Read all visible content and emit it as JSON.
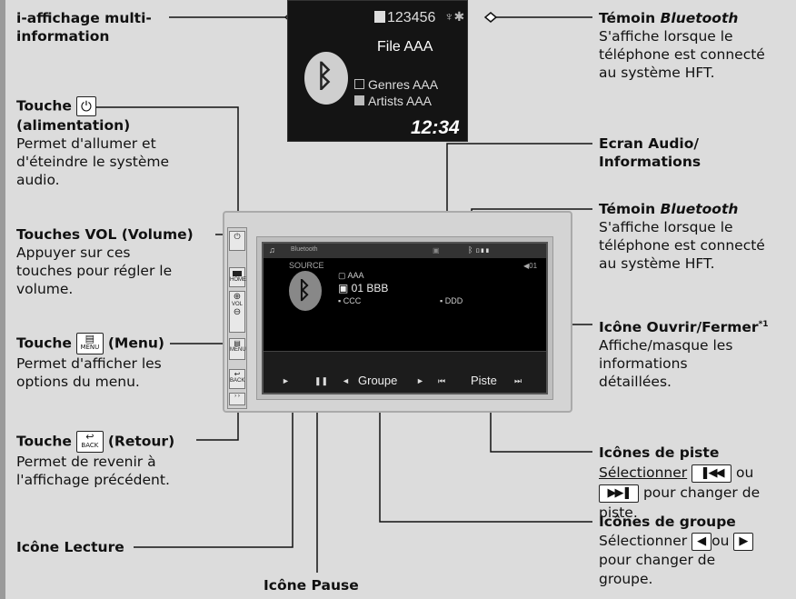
{
  "idisplay": {
    "label_line1": "i-affichage multi-",
    "label_line2": "information",
    "track_num": "123456",
    "file": "File AAA",
    "genres": "Genres AAA",
    "artists": "Artists AAA",
    "time": "12:34"
  },
  "bt_top": {
    "title_pre": "Témoin ",
    "title_it": "Bluetooth",
    "desc": [
      "S'affiche lorsque le",
      "téléphone est connecté",
      "au système HFT."
    ]
  },
  "power": {
    "title_pre": "Touche",
    "title_post": "(alimentation)",
    "desc": [
      "Permet d'allumer et",
      "d'éteindre le système",
      "audio."
    ]
  },
  "ecran": {
    "title": [
      "Ecran Audio/",
      "Informations"
    ]
  },
  "bt_mid": {
    "title_pre": "Témoin ",
    "title_it": "Bluetooth",
    "desc": [
      "S'affiche lorsque le",
      "téléphone est connecté",
      "au système HFT."
    ]
  },
  "vol": {
    "title": "Touches VOL (Volume)",
    "desc": [
      "Appuyer sur ces",
      "touches pour régler le",
      "volume."
    ]
  },
  "menu": {
    "title_pre": "Touche",
    "title_post": "(Menu)",
    "key": "MENU",
    "desc": [
      "Permet d'afficher les",
      "options du menu."
    ]
  },
  "openclose": {
    "title": "Icône Ouvrir/Fermer",
    "sup": "*1",
    "desc": [
      "Affiche/masque les",
      "informations",
      "détaillées."
    ]
  },
  "back": {
    "title_pre": "Touche",
    "title_post": "(Retour)",
    "key": "BACK",
    "desc": [
      "Permet de revenir à",
      "l'affichage précédent."
    ]
  },
  "piste": {
    "title": "Icônes de piste",
    "desc1_u": "Sélectionner",
    "desc1_or": "ou",
    "desc2": "pour changer de",
    "desc3": "piste."
  },
  "groupe_icons": {
    "title": "Icônes de groupe",
    "desc1": "Sélectionner",
    "desc1_or": "ou",
    "desc2": "pour changer de",
    "desc3": "groupe."
  },
  "lecture": {
    "title": "Icône Lecture"
  },
  "pause": {
    "title": "Icône Pause"
  },
  "unit": {
    "btn_home": "HOME",
    "btn_vol": "VOL",
    "btn_menu": "MENU",
    "btn_back": "BACK"
  },
  "screen": {
    "source_tab": "Bluetooth",
    "source": "SOURCE",
    "track_no": "01",
    "album": "AAA",
    "track": "01 BBB",
    "artist": "CCC",
    "genre": "DDD",
    "groupe": "Groupe",
    "piste": "Piste"
  }
}
